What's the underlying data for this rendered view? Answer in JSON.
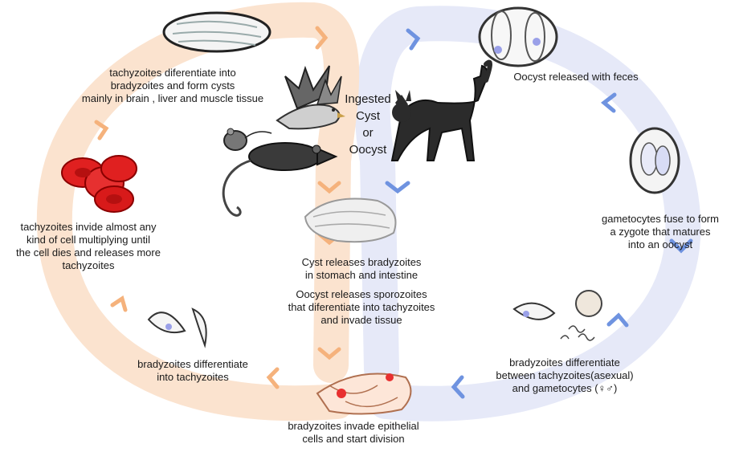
{
  "colors": {
    "sexual_cycle_band": "#e6e9f8",
    "sexual_cycle_arrow": "#6f93e0",
    "asexual_cycle_band": "#fbe3cf",
    "asexual_cycle_arrow": "#f5b27c",
    "cat": "#2b2b2b",
    "rodent": "#3a3a3a",
    "red_blood_cell": "#e02020"
  },
  "icons": [
    "cyst",
    "oocyst",
    "zygote",
    "bird",
    "rat",
    "mouse",
    "cat",
    "red-blood-cells",
    "tachyzoite",
    "sporozoite",
    "epithelial-cells"
  ],
  "labels": {
    "ingested": [
      "Ingested",
      "Cyst",
      "or",
      "Oocyst"
    ],
    "oocyst_released": [
      "Oocyst released with feces"
    ],
    "gametocytes_fuse": [
      "gametocytes fuse to form",
      "a zygote that matures",
      "into an oocyst"
    ],
    "bradyzoites_gametocytes": [
      "bradyzoites differentiate",
      "between tachyzoites(asexual)",
      "and gametocytes (♀♂)"
    ],
    "bradyzoites_invade": [
      "bradyzoites invade epithelial",
      "cells and start division"
    ],
    "bradyzoites_tachy": [
      "bradyzoites differentiate",
      "into tachyzoites"
    ],
    "tachyzoites_invide": [
      "tachyzoites invide almost any",
      "kind of cell multiplying until",
      "the cell dies and releases more",
      "tachyzoites"
    ],
    "tachyzoites_cysts": [
      "tachyzoites diferentiate into",
      "bradyzoites and form cysts",
      "mainly in brain , liver and muscle tissue"
    ],
    "cyst_releases": [
      "Cyst releases bradyzoites",
      "in stomach and intestine"
    ],
    "oocyst_sporozoites": [
      "Oocyst releases sporozoites",
      "that diferentiate into tachyzoites",
      "and invade tissue"
    ]
  }
}
